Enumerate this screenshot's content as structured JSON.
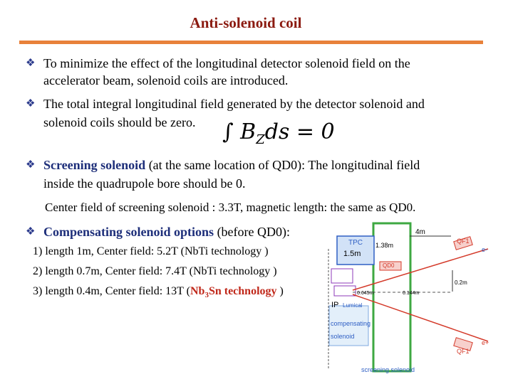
{
  "title": "Anti-solenoid coil",
  "bullets": {
    "b1_line1": "To minimize the effect of the longitudinal detector solenoid field on the",
    "b1_line2": "accelerator beam, solenoid coils are introduced.",
    "b2_line1": "The total integral longitudinal field generated by the detector solenoid and",
    "b2_line2": "solenoid coils should be zero.",
    "formula": "∫ B<sub>Z</sub>ds = 0",
    "b3_bold": "Screening solenoid",
    "b3_rest": " (at the same location of QD0): The longitudinal field",
    "b3_line2": "inside the quadrupole bore should be 0.",
    "center_field": "Center field of screening solenoid : 3.3T, magnetic length: the same as QD0.",
    "b4_bold": "Compensating solenoid options",
    "b4_rest": " (before QD0):"
  },
  "options": {
    "o1": "1) length 1m,    Center field: 5.2T  (NbTi technology )",
    "o2": "2) length 0.7m, Center field: 7.4T  (NbTi technology )",
    "o3_prefix": "3) length 0.4m, Center field: 13T   (",
    "o3_red_a": "Nb",
    "o3_red_sub": "3",
    "o3_red_b": "Sn technology",
    "o3_suffix": " )"
  },
  "diagram": {
    "tpc": "TPC",
    "tpc_len": "1.5m",
    "len_138": "1.38m",
    "len_4m": "4m",
    "qf1_top": "QF1",
    "qf1_bot": "QF1",
    "qd0": "QD0",
    "e_minus": "e-",
    "e_plus": "e+",
    "len_02": "0.2m",
    "len_0645": "0.645m",
    "len_0144": "0.144m",
    "ip": "IP",
    "lumical": "Lumical",
    "compensating": "compensating",
    "solenoid": "solenoid",
    "screening": "screening solenoid",
    "colors": {
      "blue": "#2f5fc4",
      "green": "#3ea842",
      "red": "#d43a2a",
      "purple": "#8c3ab8"
    }
  }
}
